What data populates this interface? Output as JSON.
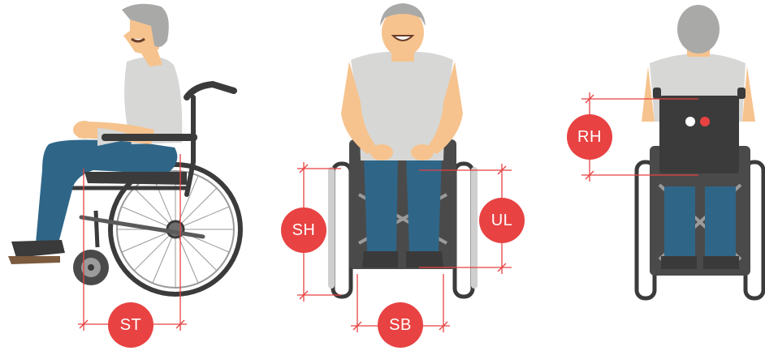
{
  "colors": {
    "accent": "#e84242",
    "skin": "#f6c38e",
    "hair": "#a9aaa8",
    "shirt": "#d7d7d6",
    "jeans": "#2f6688",
    "frame": "#3b3b3b",
    "frame_light": "#bdbdbd"
  },
  "figures": [
    {
      "view": "side",
      "measurements": [
        "ST"
      ]
    },
    {
      "view": "front",
      "measurements": [
        "SH",
        "UL",
        "SB"
      ]
    },
    {
      "view": "back",
      "measurements": [
        "RH"
      ]
    }
  ],
  "labels": {
    "st": "ST",
    "sh": "SH",
    "ul": "UL",
    "sb": "SB",
    "rh": "RH"
  }
}
